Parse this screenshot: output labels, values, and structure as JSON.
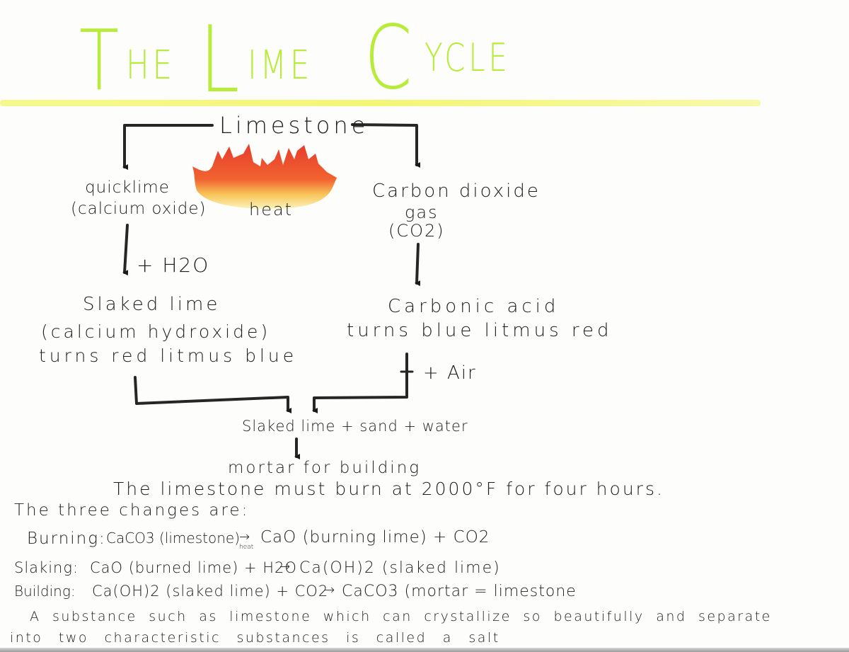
{
  "title": {
    "text": "The Lime Cycle",
    "words": [
      "T",
      "HE",
      "L",
      "IME",
      "C",
      "YCLE"
    ],
    "color": "#b8ec3a",
    "underline_color": "#f4f56e"
  },
  "diagram": {
    "root": "Limestone",
    "heat_label": "heat",
    "left_branch": {
      "product_name": "quicklime",
      "product_detail": "(calcium oxide)",
      "step_label": "+ H2O",
      "result_name": "Slaked lime",
      "result_detail": "(calcium hydroxide)",
      "result_property": "turns red litmus blue"
    },
    "right_branch": {
      "product_name": "Carbon dioxide",
      "product_state": "gas",
      "product_formula": "(CO2)",
      "result_name": "Carbonic acid",
      "result_property": "turns blue litmus red",
      "step_label": "+ Air"
    },
    "mixture": "Slaked lime + sand + water",
    "final_product": "mortar for building",
    "note": "The limestone must burn at 2000°F for four hours."
  },
  "notes": {
    "heading": "The three changes are:",
    "changes": [
      {
        "name": "Burning:",
        "reactants": "CaCO3 (limestone)",
        "arrow_label": "heat",
        "products": "CaO (burning lime) + CO2"
      },
      {
        "name": "Slaking:",
        "reactants": "CaO (burned lime) + H2O",
        "arrow_label": "",
        "products": "Ca(OH)2 (slaked lime)"
      },
      {
        "name": "Building:",
        "reactants": "Ca(OH)2 (slaked lime) + CO2",
        "arrow_label": "",
        "products": "CaCO3 (mortar = limestone"
      }
    ],
    "definition_line1": "A substance such as limestone which can crystallize so beautifully and separate",
    "definition_line2": "into two characteristic substances is called a salt"
  }
}
